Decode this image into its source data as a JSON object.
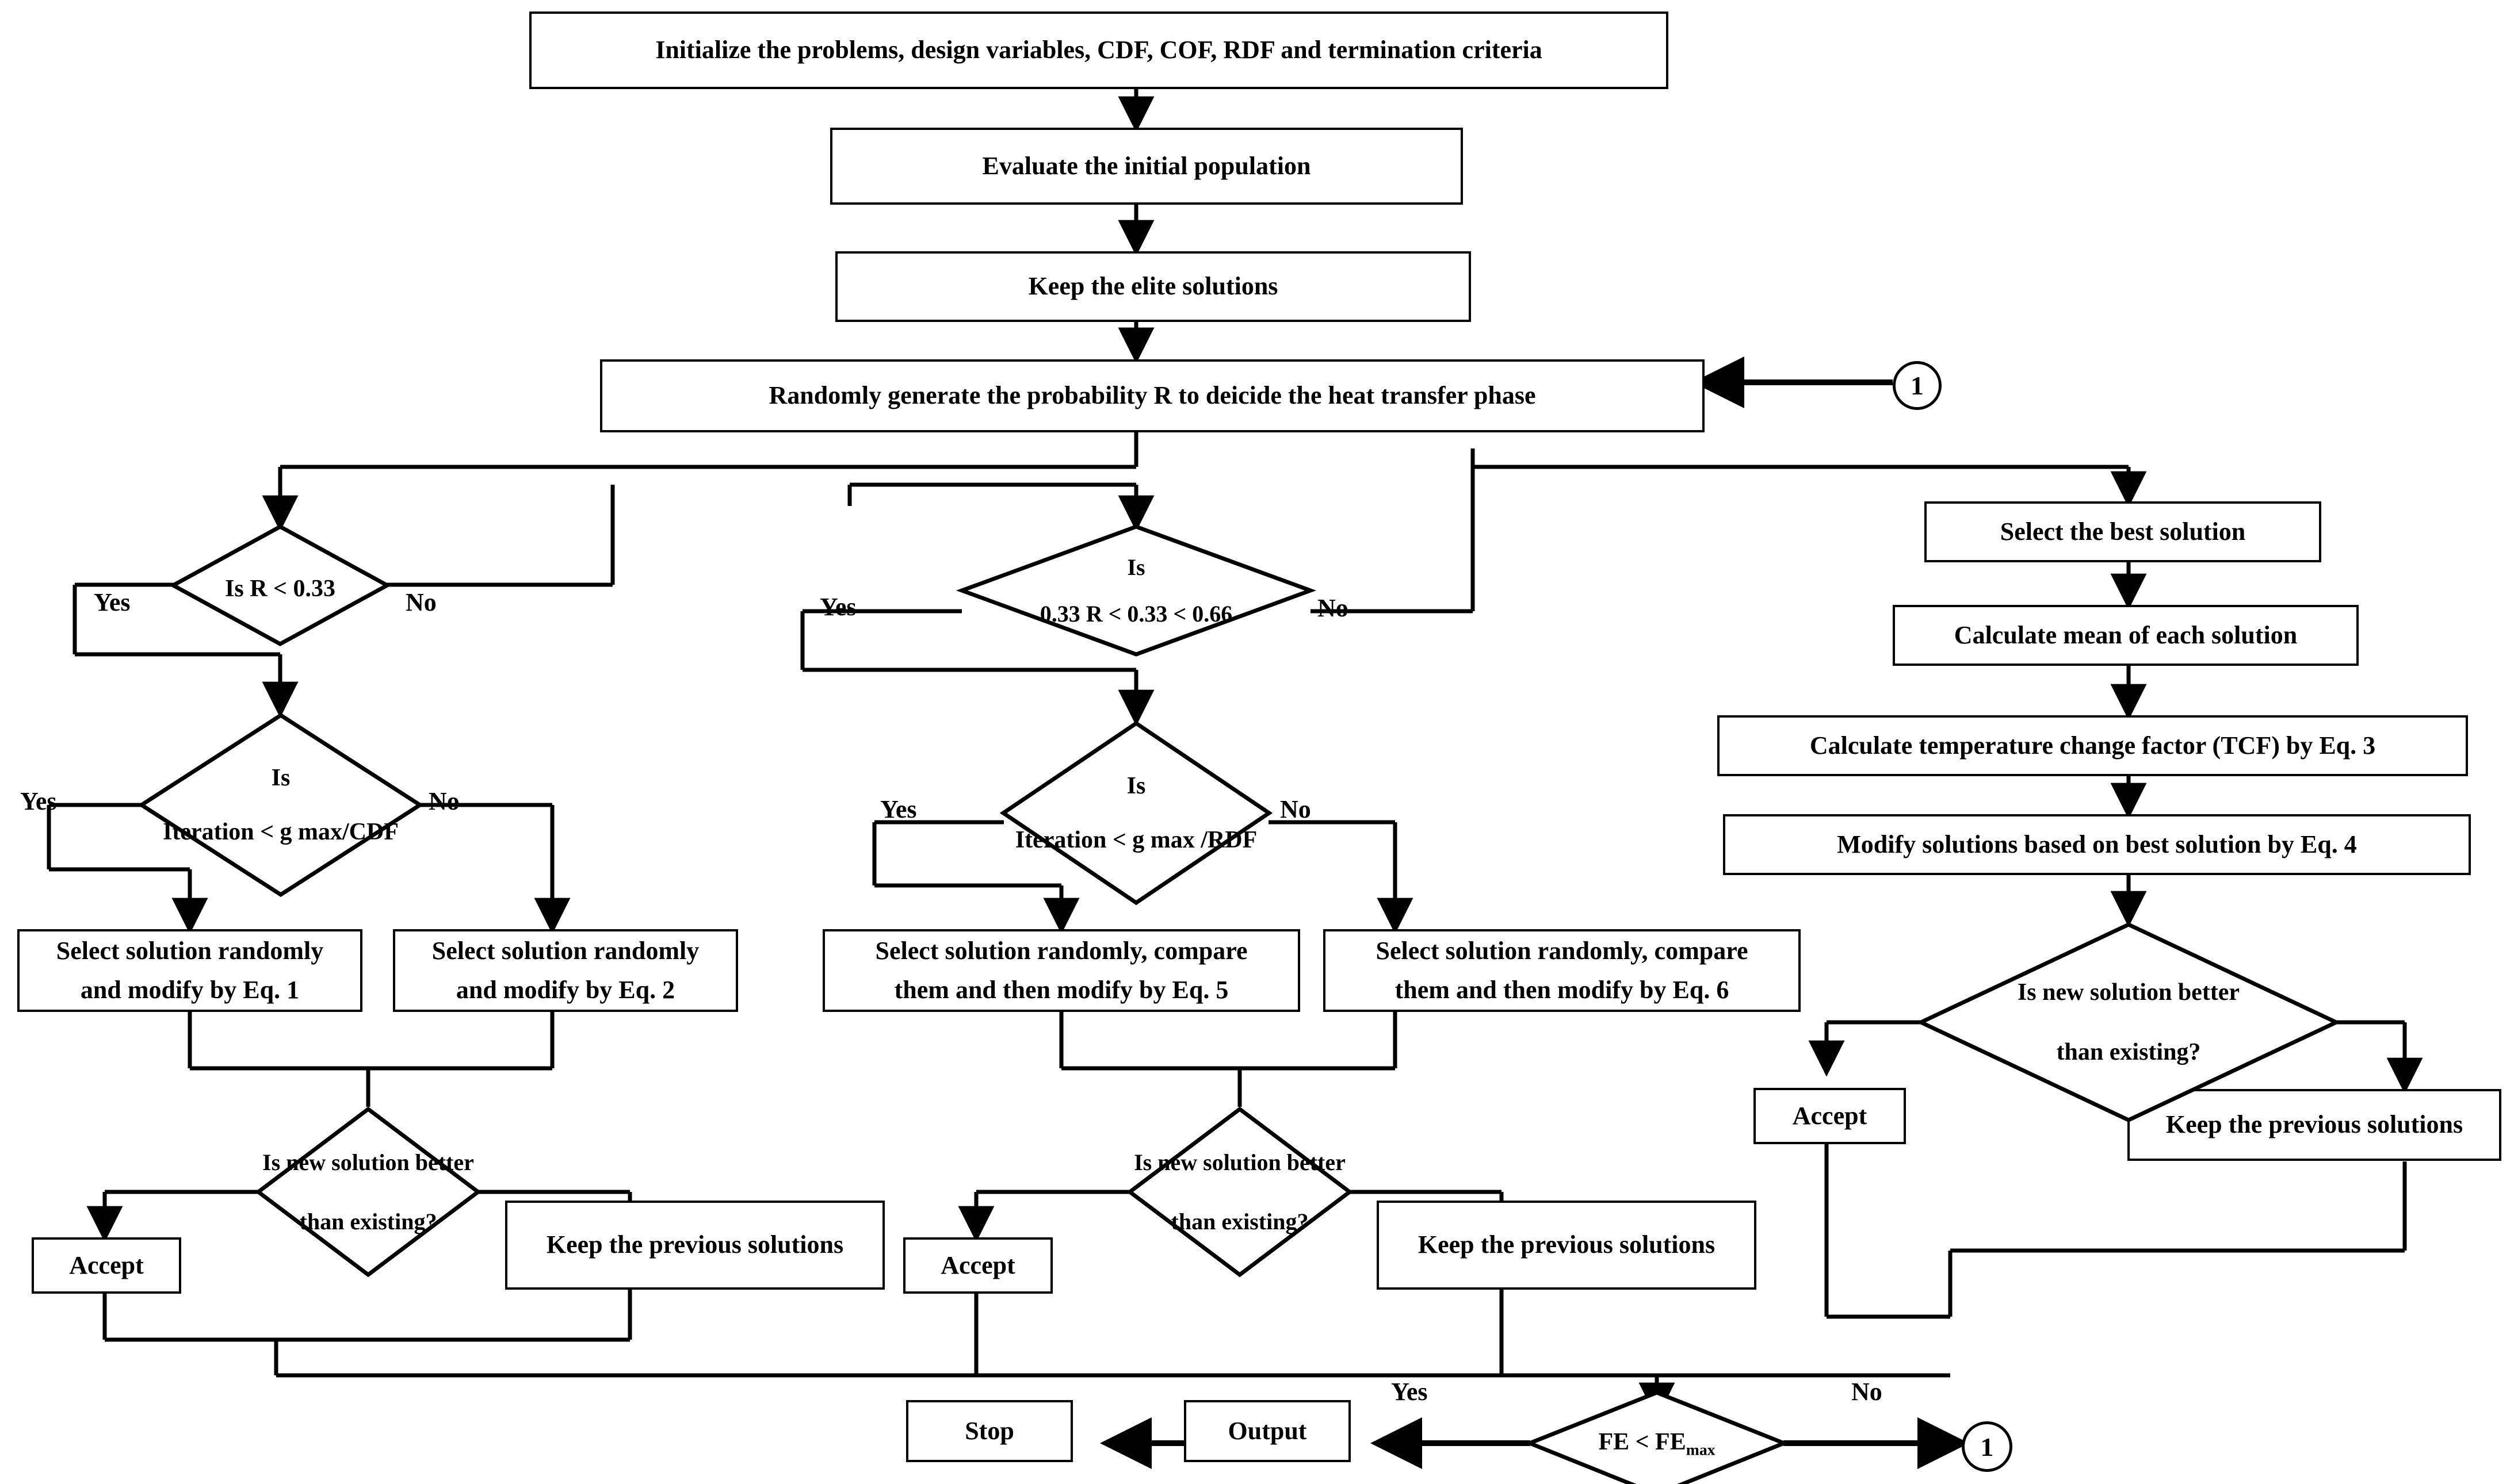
{
  "diagram": {
    "title": "Thermal Exchange Optimization flowchart",
    "connector_label": "1",
    "edge_labels": {
      "yes": "Yes",
      "no": "No"
    },
    "colors": {
      "stroke": "#000000",
      "background": "#ffffff"
    }
  },
  "nodes": {
    "initialize": "Initialize the problems, design variables, CDF, COF, RDF and termination criteria",
    "evaluate": "Evaluate the initial population",
    "keep_elite": "Keep the elite solutions",
    "random_r": "Randomly generate the probability R to deicide the heat transfer phase",
    "d_is_r": {
      "line1": "",
      "line2": "Is R < 0.33"
    },
    "d_is_mid": {
      "line1": "Is",
      "line2": "0.33 R < 0.33 < 0.66"
    },
    "d_iter_cdf": {
      "line1": "Is",
      "line2": "Iteration < g max/CDF"
    },
    "d_iter_rdf": {
      "line1": "Is",
      "line2": "Iteration < g max /RDF"
    },
    "select_best": "Select the best solution",
    "calc_mean": "Calculate mean of each solution",
    "calc_tcf": "Calculate temperature change factor (TCF) by Eq. 3",
    "modify_best": "Modify solutions based on best solution by Eq. 4",
    "sel_eq1": {
      "line1": "Select solution randomly",
      "line2": "and modify by Eq. 1"
    },
    "sel_eq2": {
      "line1": "Select solution randomly",
      "line2": "and modify by Eq. 2"
    },
    "sel_eq5": {
      "line1": "Select solution randomly, compare",
      "line2": "them and then modify by Eq. 5"
    },
    "sel_eq6": {
      "line1": "Select solution randomly, compare",
      "line2": "them and then modify by Eq. 6"
    },
    "d_better_left": {
      "line1": "Is new solution better",
      "line2": "than existing?"
    },
    "d_better_mid": {
      "line1": "Is new solution better",
      "line2": "than existing?"
    },
    "d_better_right": {
      "line1": "Is new solution better",
      "line2": "than existing?"
    },
    "accept_left": "Accept",
    "accept_mid": "Accept",
    "accept_right": "Accept",
    "keep_prev_left": "Keep the previous solutions",
    "keep_prev_mid": "Keep the previous solutions",
    "keep_prev_right": "Keep the previous solutions",
    "d_fe": {
      "prefix": "FE < FE",
      "sub": "max"
    },
    "output": "Output",
    "stop": "Stop",
    "connector_top": "1",
    "connector_bottom": "1"
  },
  "labels": {
    "yes_r": "Yes",
    "no_r": "No",
    "yes_mid": "Yes",
    "no_mid": "No",
    "yes_cdf": "Yes",
    "no_cdf": "No",
    "yes_rdf": "Yes",
    "no_rdf": "No",
    "yes_fe": "Yes",
    "no_fe": "No"
  },
  "subscripts": {
    "gmax": "max",
    "femax": "max"
  }
}
